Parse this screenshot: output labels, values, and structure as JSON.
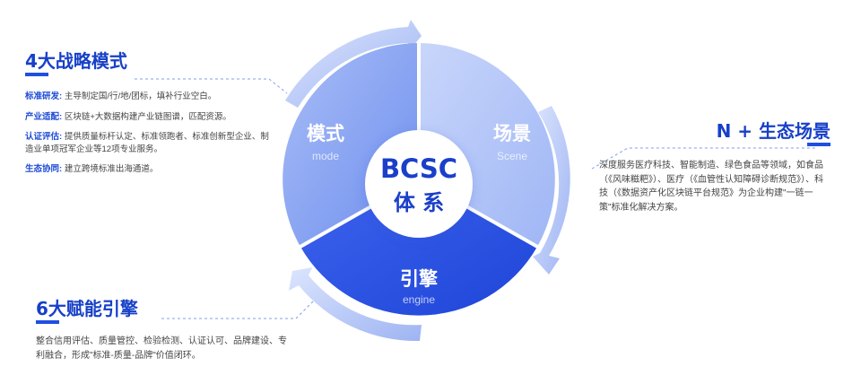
{
  "left_top": {
    "heading": "4大战略模式",
    "items": [
      {
        "label": "标准研发:",
        "text": "主导制定国/行/地/团标，填补行业空白。"
      },
      {
        "label": "产业适配:",
        "text": "区块链+大数据构建产业链图谱，匹配资源。"
      },
      {
        "label": "认证评估:",
        "text": "提供质量标杆认定、标准领跑者、标准创新型企业、制造业单项冠军企业等12项专业服务。"
      },
      {
        "label": "生态协同:",
        "text": "建立跨境标准出海通道。"
      }
    ]
  },
  "left_bottom": {
    "heading": "6大赋能引擎",
    "text": "整合信用评估、质量管控、检验检测、认证认可、品牌建设、专利融合，形成\"标准-质量-品牌\"价值闭环。"
  },
  "right": {
    "heading": "N + 生态场景",
    "text": "深度服务医疗科技、智能制造、绿色食品等领域，如食品（《风味糍粑》）、医疗（《血管性认知障碍诊断规范》）、科技（《数据资产化区块链平台规范》为企业构建\"一链一策\"标准化解决方案。"
  },
  "cycle": {
    "center_line1": "BCSC",
    "center_line2": "体 系",
    "segments": [
      {
        "title": "模式",
        "subtitle": "mode"
      },
      {
        "title": "场景",
        "subtitle": "Scene"
      },
      {
        "title": "引擎",
        "subtitle": "engine"
      }
    ]
  },
  "colors": {
    "accent": "#1f4fe0",
    "mode_segment": "#8fa9f3",
    "scene_segment": "#b6c8f8",
    "engine_segment": "#2f55e6"
  }
}
